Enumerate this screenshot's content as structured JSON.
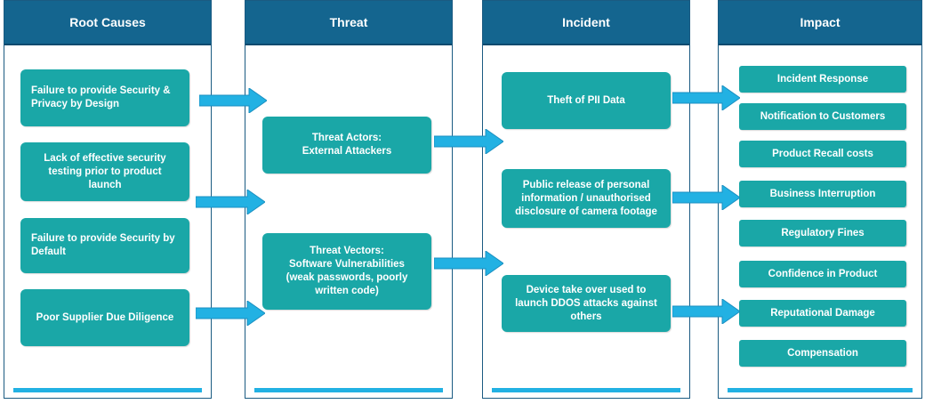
{
  "columns": {
    "root_causes": {
      "title": "Root Causes",
      "items": [
        "Failure to provide Security & Privacy by Design",
        "Lack of effective security testing prior to product launch",
        "Failure to provide Security by Default",
        "Poor Supplier Due Diligence"
      ]
    },
    "threat": {
      "title": "Threat",
      "items": [
        "Threat Actors:\nExternal Attackers",
        "Threat Vectors:\nSoftware Vulnerabilities\n(weak passwords, poorly written code)"
      ]
    },
    "incident": {
      "title": "Incident",
      "items": [
        "Theft of PII Data",
        "Public release of personal information / unauthorised disclosure of camera footage",
        "Device take over used to launch DDOS attacks against others"
      ]
    },
    "impact": {
      "title": "Impact",
      "items": [
        "Incident Response",
        "Notification to Customers",
        "Product Recall costs",
        "Business Interruption",
        "Regulatory Fines",
        "Confidence in Product",
        "Reputational Damage",
        "Compensation"
      ]
    }
  },
  "colors": {
    "header": "#14658f",
    "box": "#1aa7a7",
    "arrow": "#22b1e3",
    "footer_bar": "#22b1e3",
    "border": "#1b5b82"
  }
}
